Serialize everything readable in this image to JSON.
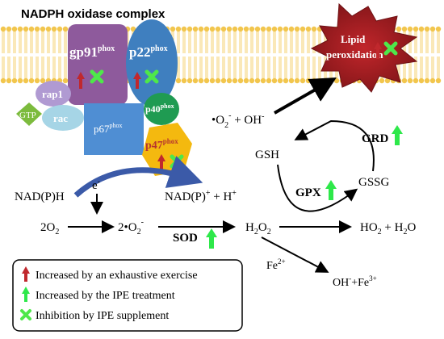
{
  "title": "NADPH oxidase complex",
  "subunits": {
    "gp91": "gp91",
    "p22": "p22",
    "rap1": "rap1",
    "gtp": "GTP",
    "rac": "rac",
    "p67": "p67",
    "p40": "p40",
    "p47": "p47",
    "phox": "phox"
  },
  "lipid": {
    "line1": "Lipid",
    "line2": "peroxidation"
  },
  "species": {
    "superoxide_oh": "•O",
    "superoxide_oh_sub": "2",
    "superoxide_oh_sup": "-",
    "superoxide_oh_rest": " + OH",
    "superoxide_oh_rest_sup": "-",
    "gsh": "GSH",
    "gssg": "GSSG",
    "nadph": "NAD(P)H",
    "electron": "e",
    "electron_sup": "-",
    "nadp": "NAD(P)",
    "nadp_sup": "+",
    "nadp_rest": " + H",
    "nadp_rest_sup": "+",
    "o2": "2O",
    "o2_sub": "2",
    "superoxide": "2•O",
    "superoxide_sub": "2",
    "superoxide_sup": "-",
    "h2o2": "H",
    "h2o2_sub1": "2",
    "h2o2_mid": "O",
    "h2o2_sub2": "2",
    "products": "HO",
    "products_sub": "2",
    "products_rest": " + H",
    "products_sub2": "2",
    "products_end": "O",
    "fe": "Fe",
    "fe_sup": "2+",
    "fenton": "OH",
    "fenton_sup1": "-",
    "fenton_mid": "+Fe",
    "fenton_sup2": "3+"
  },
  "enzymes": {
    "grd": "GRD",
    "gpx": "GPX",
    "sod": "SOD"
  },
  "legend": {
    "items": [
      {
        "marker": "red-arrow",
        "label": "Increased by an exhaustive exercise"
      },
      {
        "marker": "green-arrow",
        "label": "Increased by the IPE treatment"
      },
      {
        "marker": "green-x",
        "label": "Inhibition by IPE supplement"
      }
    ]
  },
  "colors": {
    "red_arrow": "#c0282d",
    "green_arrow": "#2ee84a",
    "green_x": "#4ee84a",
    "gp91": "#8e5a9c",
    "p22": "#3f7fbf",
    "rap1": "#b09ad2",
    "gtp": "#7cbb3d",
    "rac": "#a6d5e6",
    "p67": "#4f8ed3",
    "p40": "#1f9b52",
    "p47": "#f4b90f",
    "lipid": "#b32024",
    "membrane": "#f2c64d",
    "curve_arrow": "#3b5aa8"
  }
}
